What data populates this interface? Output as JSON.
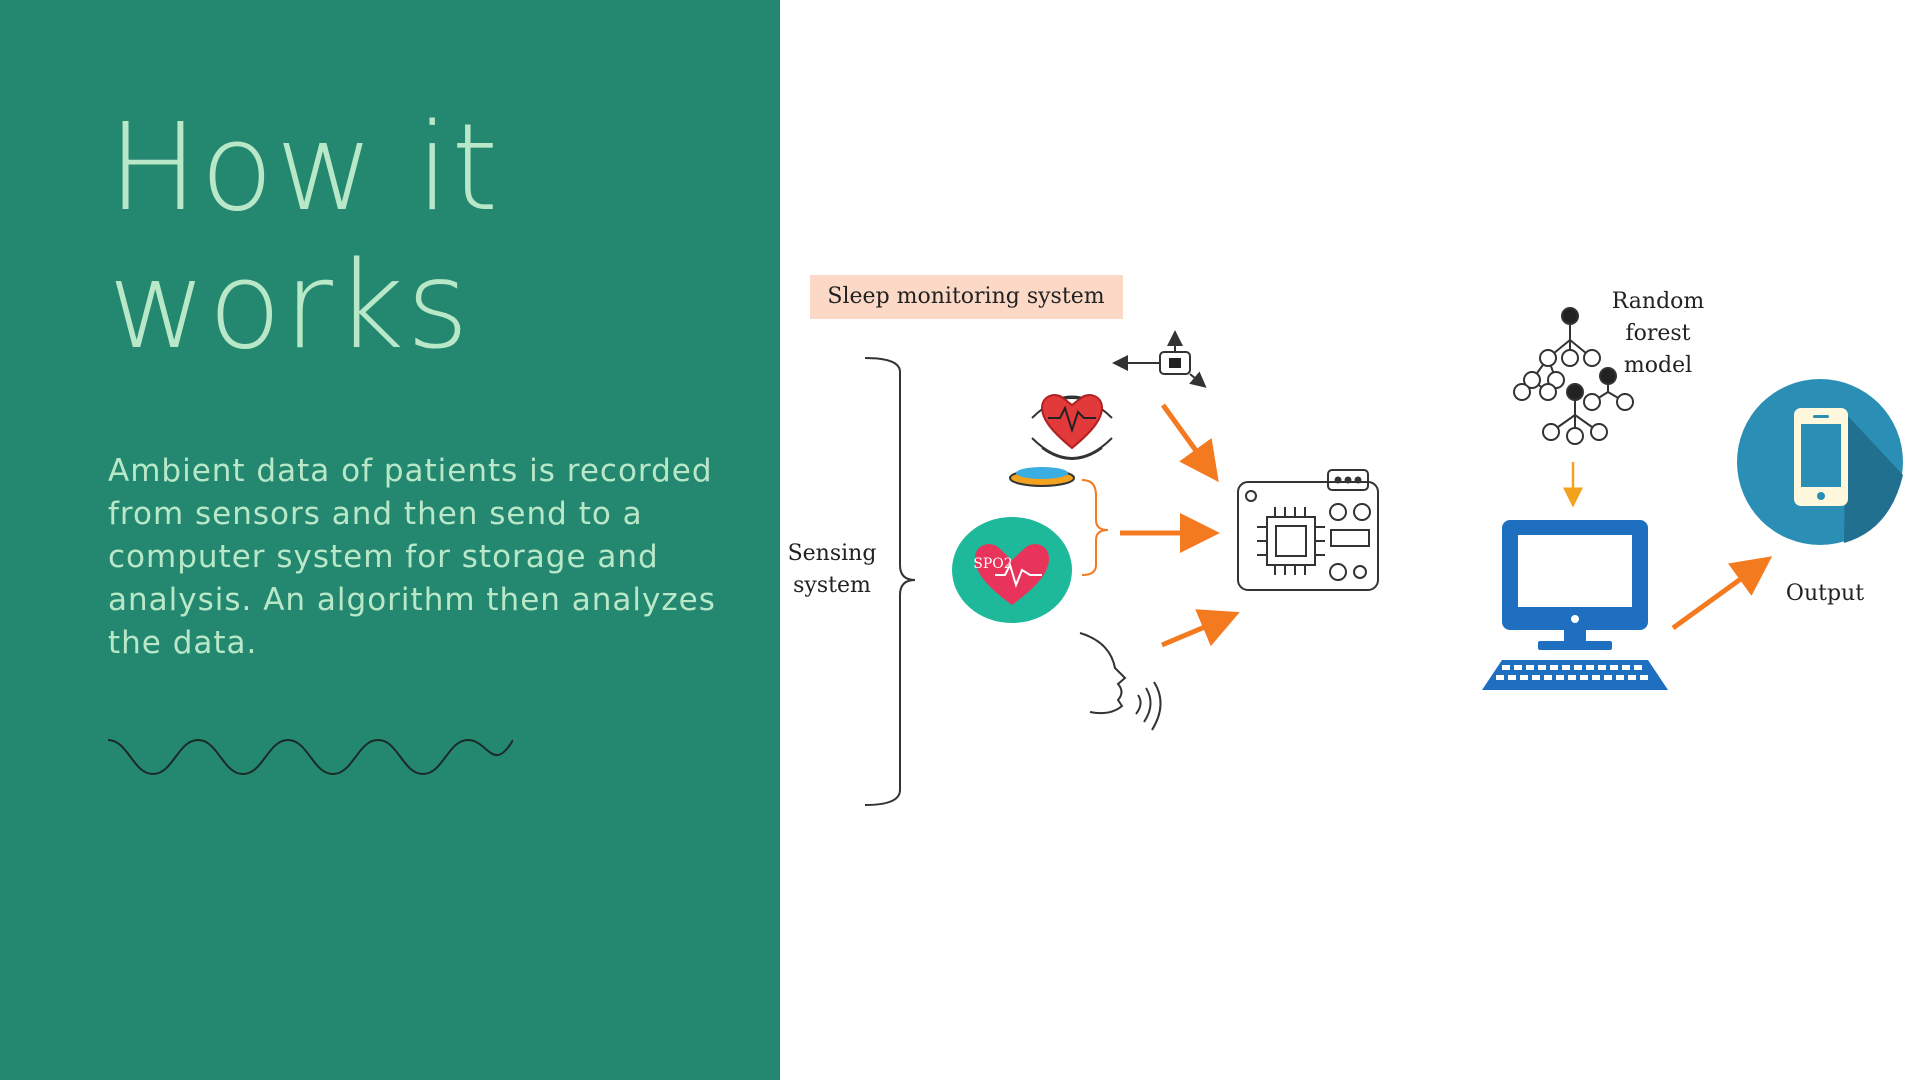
{
  "slide": {
    "title": "How it works",
    "description": "Ambient data of patients is recorded from sensors and then send to a computer system for storage and analysis. An algorithm then analyzes the data."
  },
  "diagram": {
    "header": "Sleep monitoring system",
    "sensing_line1": "Sensing",
    "sensing_line2": "system",
    "spo2": "SPO2",
    "model_line1": "Random",
    "model_line2": "forest",
    "model_line3": "model",
    "output": "Output"
  },
  "colors": {
    "panel": "#248770",
    "text_light": "#b9e8c8",
    "arrow": "#f47a20",
    "computer": "#1e6fbf",
    "phone_circle": "#2b8fb5",
    "header_fill": "#fbd9c6"
  }
}
